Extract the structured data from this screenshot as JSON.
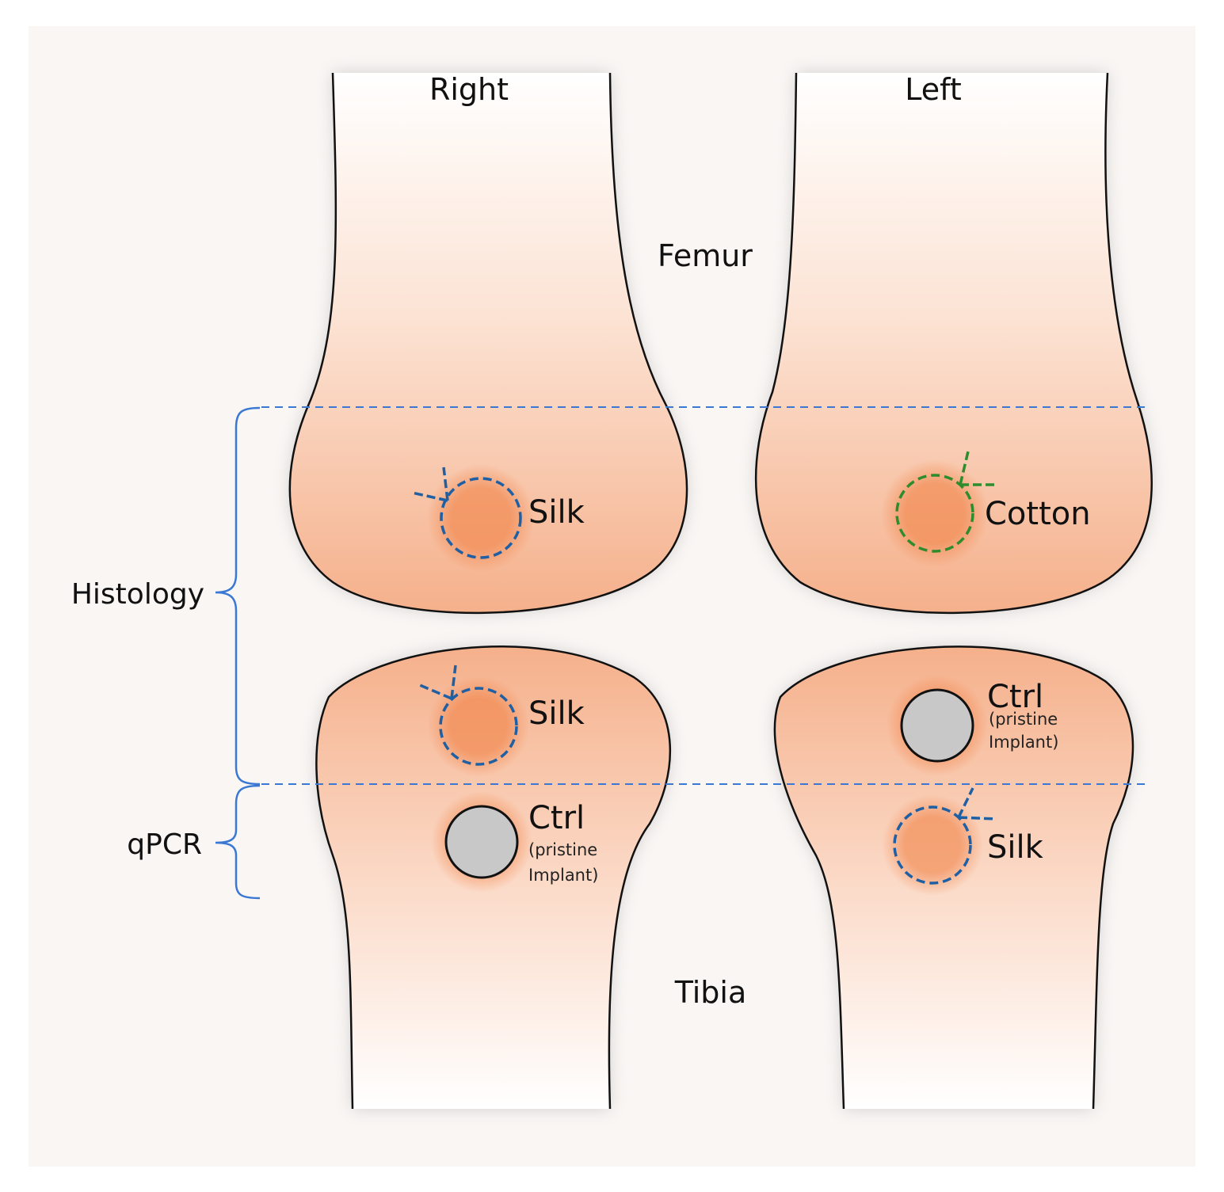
{
  "columns": {
    "right_label": "Right",
    "left_label": "Left"
  },
  "bones": {
    "femur_label": "Femur",
    "tibia_label": "Tibia"
  },
  "regions": {
    "histology_label": "Histology",
    "qpcr_label": "qPCR"
  },
  "implants": {
    "femur_right": {
      "label": "Silk",
      "type": "suture-silk"
    },
    "femur_left": {
      "label": "Cotton",
      "type": "suture-cotton"
    },
    "tibia_right_upper": {
      "label": "Silk",
      "type": "suture-silk"
    },
    "tibia_left_upper": {
      "label": "Ctrl",
      "note_line1": "(pristine",
      "note_line2": "Implant)",
      "type": "control"
    },
    "tibia_right_lower": {
      "label": "Ctrl",
      "note_line1": "(pristine",
      "note_line2": "Implant)",
      "type": "control"
    },
    "tibia_left_lower": {
      "label": "Silk",
      "type": "suture-silk"
    }
  },
  "colors": {
    "background": "#f9f6f4",
    "bone_top": "#ffffff",
    "bone_bottom": "#f6b592",
    "outline": "#111111",
    "silk_dash": "#1f5fa3",
    "cotton_dash": "#2e8b2e",
    "control_fill": "#c8c8c8",
    "guide_line": "#3a78d4",
    "bracket": "#3a78d4"
  }
}
